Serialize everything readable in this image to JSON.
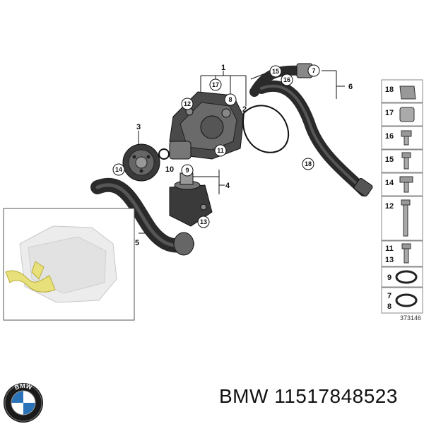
{
  "main_labels": [
    "1",
    "2",
    "3",
    "4",
    "5",
    "6"
  ],
  "callouts": [
    "17",
    "8",
    "12",
    "15",
    "16",
    "7",
    "11",
    "10",
    "9",
    "14",
    "13",
    "18"
  ],
  "sidebar": {
    "rows": [
      {
        "labels": [
          "18"
        ]
      },
      {
        "labels": [
          "17"
        ]
      },
      {
        "labels": [
          "16"
        ]
      },
      {
        "labels": [
          "15"
        ]
      },
      {
        "labels": [
          "14"
        ]
      },
      {
        "labels": [
          "12"
        ]
      },
      {
        "labels": [
          "11",
          "13"
        ]
      },
      {
        "labels": [
          "9"
        ]
      },
      {
        "labels": [
          "7",
          "8"
        ]
      }
    ],
    "ref_number": "373146"
  },
  "footer": {
    "logo_letters": "BMW",
    "part_text": "BMW 11517848523"
  },
  "colors": {
    "engine_highlight": "#e8e07a",
    "line": "#111111",
    "part_fill": "#2a2a2a"
  }
}
